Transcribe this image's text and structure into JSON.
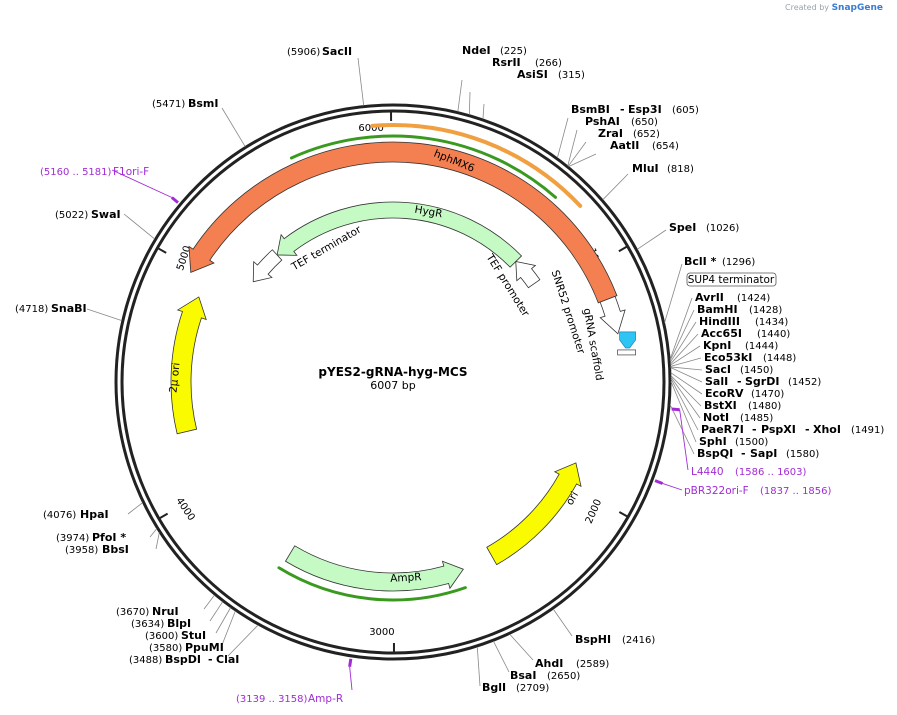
{
  "credit": {
    "prefix": "Created by",
    "brand": "SnapGene"
  },
  "plasmid": {
    "name": "pYES2-gRNA-hyg-MCS",
    "length_label": "6007 bp",
    "total_bp": 6007
  },
  "ticks": [
    {
      "bp": 1000,
      "label": "1000"
    },
    {
      "bp": 2000,
      "label": "2000"
    },
    {
      "bp": 3000,
      "label": "3000"
    },
    {
      "bp": 4000,
      "label": "4000"
    },
    {
      "bp": 5000,
      "label": "5000"
    },
    {
      "bp": 6000,
      "label": "6000"
    }
  ],
  "enzymes": [
    {
      "name": "NdeI",
      "pos": "(225)",
      "bp": 225
    },
    {
      "name": "RsrII",
      "pos": "(266)",
      "bp": 266
    },
    {
      "name": "AsiSI",
      "pos": "(315)",
      "bp": 315
    },
    {
      "name": "BsmBI",
      "name2": "Esp3I",
      "pos": "(605)",
      "bp": 605
    },
    {
      "name": "PshAI",
      "pos": "(650)",
      "bp": 650
    },
    {
      "name": "ZraI",
      "pos": "(652)",
      "bp": 652
    },
    {
      "name": "AatII",
      "pos": "(654)",
      "bp": 654
    },
    {
      "name": "MluI",
      "pos": "(818)",
      "bp": 818
    },
    {
      "name": "SpeI",
      "pos": "(1026)",
      "bp": 1026
    },
    {
      "name": "BclI *",
      "pos": "(1296)",
      "bp": 1296
    },
    {
      "name": "AvrII",
      "pos": "(1424)",
      "bp": 1424
    },
    {
      "name": "BamHI",
      "pos": "(1428)",
      "bp": 1428
    },
    {
      "name": "HindIII",
      "pos": "(1434)",
      "bp": 1434
    },
    {
      "name": "Acc65I",
      "pos": "(1440)",
      "bp": 1440
    },
    {
      "name": "KpnI",
      "pos": "(1444)",
      "bp": 1444
    },
    {
      "name": "Eco53kI",
      "pos": "(1448)",
      "bp": 1448
    },
    {
      "name": "SacI",
      "pos": "(1450)",
      "bp": 1450
    },
    {
      "name": "SalI",
      "name2": "SgrDI",
      "pos": "(1452)",
      "bp": 1452
    },
    {
      "name": "EcoRV",
      "pos": "(1470)",
      "bp": 1470
    },
    {
      "name": "BstXI",
      "pos": "(1480)",
      "bp": 1480
    },
    {
      "name": "NotI",
      "pos": "(1485)",
      "bp": 1485
    },
    {
      "name": "PaeR7I",
      "name2": "PspXI",
      "name3": "XhoI",
      "pos": "(1491)",
      "bp": 1491
    },
    {
      "name": "SphI",
      "pos": "(1500)",
      "bp": 1500
    },
    {
      "name": "BspQI",
      "name2": "SapI",
      "pos": "(1580)",
      "bp": 1580
    },
    {
      "name": "BspHI",
      "pos": "(2416)",
      "bp": 2416
    },
    {
      "name": "AhdI",
      "pos": "(2589)",
      "bp": 2589
    },
    {
      "name": "BsaI",
      "pos": "(2650)",
      "bp": 2650
    },
    {
      "name": "BglI",
      "pos": "(2709)",
      "bp": 2709
    },
    {
      "name": "BspDI",
      "name2": "ClaI",
      "pos": "(3488)",
      "bp": 3488
    },
    {
      "name": "PpuMI",
      "pos": "(3580)",
      "bp": 3580
    },
    {
      "name": "StuI",
      "pos": "(3600)",
      "bp": 3600
    },
    {
      "name": "BlpI",
      "pos": "(3634)",
      "bp": 3634
    },
    {
      "name": "NruI",
      "pos": "(3670)",
      "bp": 3670
    },
    {
      "name": "BbsI",
      "pos": "(3958)",
      "bp": 3958
    },
    {
      "name": "PfoI *",
      "pos": "(3974)",
      "bp": 3974
    },
    {
      "name": "HpaI",
      "pos": "(4076)",
      "bp": 4076
    },
    {
      "name": "SnaBI",
      "pos": "(4718)",
      "bp": 4718
    },
    {
      "name": "SwaI",
      "pos": "(5022)",
      "bp": 5022
    },
    {
      "name": "BsmI",
      "pos": "(5471)",
      "bp": 5471
    },
    {
      "name": "SacII",
      "pos": "(5906)",
      "bp": 5906
    }
  ],
  "primers": [
    {
      "name": "F1ori-F",
      "pos": "(5160 .. 5181)",
      "bp": 5170
    },
    {
      "name": "L4440",
      "pos": "(1586 .. 1603)",
      "bp": 1594
    },
    {
      "name": "pBR322ori-F",
      "pos": "(1837 .. 1856)",
      "bp": 1846
    },
    {
      "name": "Amp-R",
      "pos": "(3139 .. 3158)",
      "bp": 3148
    }
  ],
  "features": [
    {
      "name": "hphMX6",
      "color": "#f47f50"
    },
    {
      "name": "HygR",
      "color": "#c5fac5"
    },
    {
      "name": "TEF terminator",
      "color": "#ffffff"
    },
    {
      "name": "TEF promoter",
      "color": "#ffffff"
    },
    {
      "name": "SNR52 promoter",
      "color": "#ffffff"
    },
    {
      "name": "gRNA scaffold",
      "color": "#ffffff"
    },
    {
      "name": "SUP4 terminator",
      "color": "#ffffff"
    },
    {
      "name": "2μ ori",
      "color": "#fbfb00"
    },
    {
      "name": "ori",
      "color": "#fbfb00"
    },
    {
      "name": "AmpR",
      "color": "#c5fac5"
    }
  ],
  "colors": {
    "backbone": "#222222",
    "primer": "#a22bd6",
    "orange_feature": "#f47f50",
    "green_feature": "#c5fac5",
    "yellow_feature": "#fbfb00",
    "cyan_marker": "#2ec5f5"
  }
}
